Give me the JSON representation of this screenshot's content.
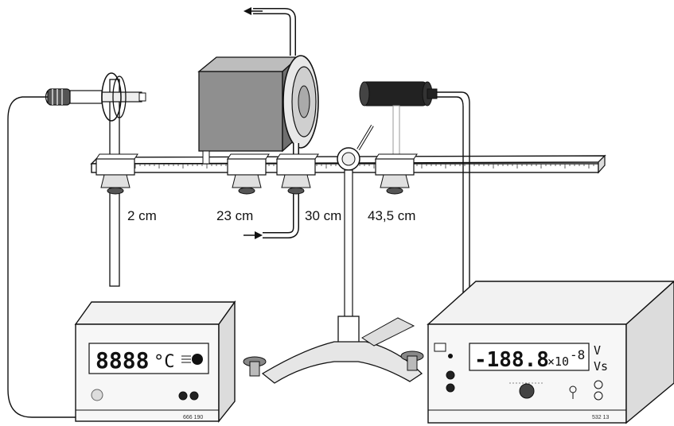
{
  "positions": [
    "2 cm",
    "23 cm",
    "30 cm",
    "43,5 cm"
  ],
  "thermometer": {
    "display": "8888",
    "unit": "°C",
    "model": "666 190"
  },
  "amplifier": {
    "display": "-188.8",
    "multiplier": "×10",
    "exponent": "-8",
    "unit_top": "V",
    "unit_bottom": "Vs",
    "model": "532 13"
  },
  "colors": {
    "stroke": "#111111",
    "device_fill": "#f2f2f2",
    "lamp_box": "#9a9a9a",
    "sensor": "#222222"
  }
}
